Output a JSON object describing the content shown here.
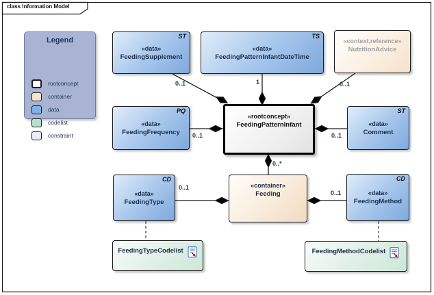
{
  "frame": {
    "title": "class Information Model"
  },
  "legend": {
    "title": "Legend",
    "items": [
      {
        "label": "rootconcept",
        "color": "#ffffff"
      },
      {
        "label": "container",
        "color": "#f7e2ce"
      },
      {
        "label": "data",
        "color": "#7fb2e6"
      },
      {
        "label": "codelist",
        "color": "#b5e2c8"
      },
      {
        "label": "constraint",
        "color": "#e9ecfa"
      }
    ]
  },
  "nodes": [
    {
      "stereotype": "«data»",
      "name": "FeedingSupplement",
      "type_marker": "ST",
      "kind": "data"
    },
    {
      "stereotype": "«data»",
      "name": "FeedingPatternInfantDateTime",
      "type_marker": "TS",
      "kind": "data"
    },
    {
      "stereotype": "«context,reference»",
      "name": "NutritionAdvice",
      "type_marker": "",
      "kind": "reference"
    },
    {
      "stereotype": "«data»",
      "name": "FeedingFrequency",
      "type_marker": "PQ",
      "kind": "data"
    },
    {
      "stereotype": "«rootconcept»",
      "name": "FeedingPatternInfant",
      "type_marker": "",
      "kind": "rootconcept"
    },
    {
      "stereotype": "«data»",
      "name": "Comment",
      "type_marker": "ST",
      "kind": "data"
    },
    {
      "stereotype": "«data»",
      "name": "FeedingType",
      "type_marker": "CD",
      "kind": "data"
    },
    {
      "stereotype": "«container»",
      "name": "Feeding",
      "type_marker": "",
      "kind": "container"
    },
    {
      "stereotype": "«data»",
      "name": "FeedingMethod",
      "type_marker": "CD",
      "kind": "data"
    },
    {
      "name": "FeedingTypeCodelist",
      "kind": "codelist"
    },
    {
      "name": "FeedingMethodCodelist",
      "kind": "codelist"
    }
  ],
  "edges": [
    {
      "from": "FeedingSupplement",
      "to": "FeedingPatternInfant",
      "label": "0..1",
      "type": "composition"
    },
    {
      "from": "FeedingPatternInfantDateTime",
      "to": "FeedingPatternInfant",
      "label": "1",
      "type": "composition"
    },
    {
      "from": "NutritionAdvice",
      "to": "FeedingPatternInfant",
      "label": "0..1",
      "type": "composition"
    },
    {
      "from": "FeedingFrequency",
      "to": "FeedingPatternInfant",
      "label": "0..1",
      "type": "composition"
    },
    {
      "from": "Comment",
      "to": "FeedingPatternInfant",
      "label": "0..1",
      "type": "composition"
    },
    {
      "from": "Feeding",
      "to": "FeedingPatternInfant",
      "label": "0..*",
      "type": "composition"
    },
    {
      "from": "FeedingType",
      "to": "Feeding",
      "label": "0..1",
      "type": "composition"
    },
    {
      "from": "FeedingMethod",
      "to": "Feeding",
      "label": "0..1",
      "type": "composition"
    },
    {
      "from": "FeedingType",
      "to": "FeedingTypeCodelist",
      "label": "",
      "type": "dashed-dependency"
    },
    {
      "from": "FeedingMethod",
      "to": "FeedingMethodCodelist",
      "label": "",
      "type": "dashed-dependency"
    }
  ],
  "colors": {
    "data": "#7fb2e6",
    "container": "#f7e2ce",
    "codelist": "#cde7d8",
    "constraint": "#e9ecfa",
    "legend_bg": "#a9b4d5",
    "line": "#1b1b1b"
  }
}
